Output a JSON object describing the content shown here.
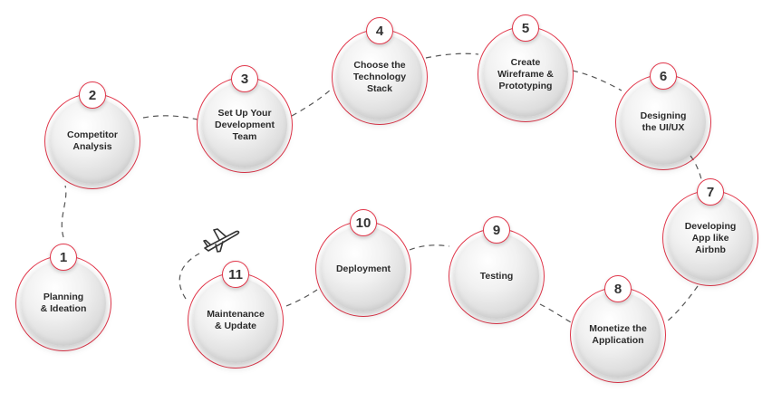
{
  "steps": [
    {
      "number": "1",
      "label": "Planning\n& Ideation"
    },
    {
      "number": "2",
      "label": "Competitor\nAnalysis"
    },
    {
      "number": "3",
      "label": "Set Up Your\nDevelopment\nTeam"
    },
    {
      "number": "4",
      "label": "Choose the\nTechnology\nStack"
    },
    {
      "number": "5",
      "label": "Create\nWireframe &\nPrototyping"
    },
    {
      "number": "6",
      "label": "Designing\nthe UI/UX"
    },
    {
      "number": "7",
      "label": "Developing\nApp like\nAirbnb"
    },
    {
      "number": "8",
      "label": "Monetize the\nApplication"
    },
    {
      "number": "9",
      "label": "Testing"
    },
    {
      "number": "10",
      "label": "Deployment"
    },
    {
      "number": "11",
      "label": "Maintenance\n& Update"
    }
  ],
  "colors": {
    "ring": "#e2374b",
    "text": "#2b2b2b",
    "dash": "#555555"
  },
  "icons": {
    "decoration": "airplane-icon"
  }
}
